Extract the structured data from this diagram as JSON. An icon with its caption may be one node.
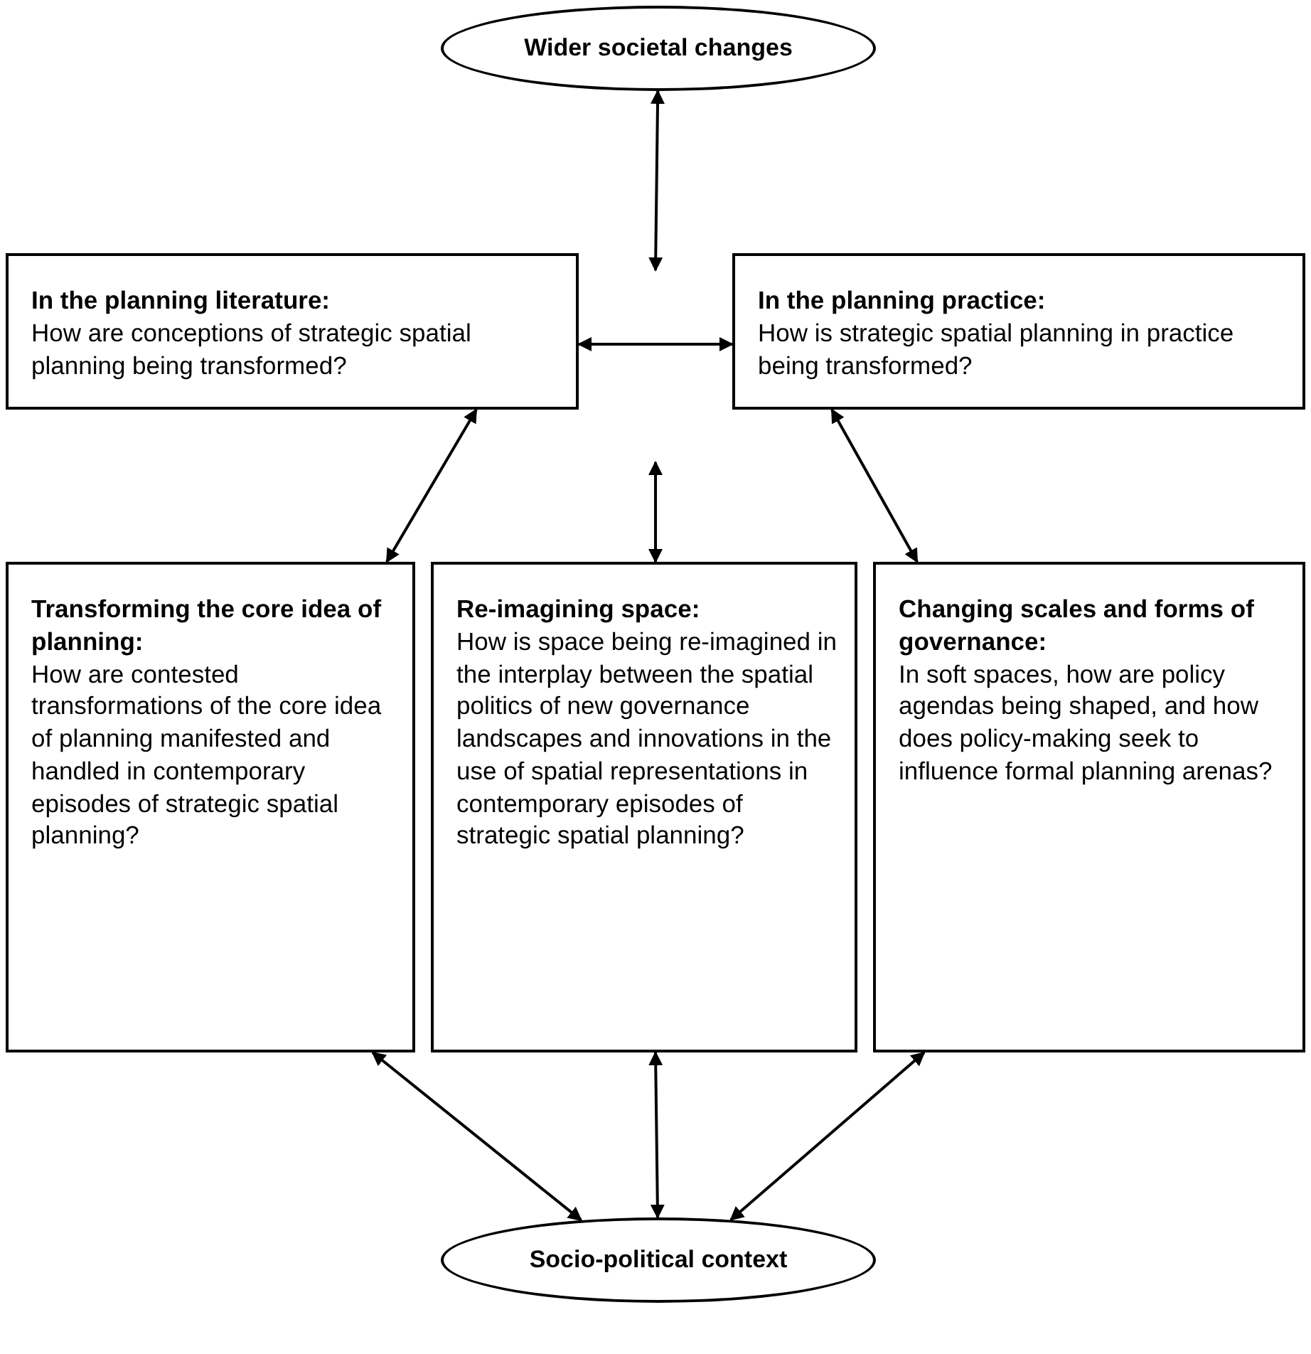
{
  "diagram": {
    "nodes": [
      {
        "text": [
          "Wider societal changes"
        ]
      },
      {
        "text": [
          "In the planning literature:",
          "How are conceptions of strategic spatial planning being transformed?"
        ]
      },
      {
        "text": [
          "In the planning practice:",
          "How is strategic spatial planning in practice being transformed?"
        ]
      },
      {
        "text": [
          "Transforming the core idea of planning:",
          "How are contested transformations of the core idea of planning manifested and handled in contemporary episodes of strategic spatial planning?"
        ]
      },
      {
        "text": [
          "Re-imagining space:",
          "How is space being re-imagined in the interplay between the spatial politics of new governance landscapes and innovations in the use of spatial representations in contemporary episodes of strategic spatial planning?"
        ]
      },
      {
        "text": [
          "Changing scales and forms of governance:",
          "In soft spaces, how are policy agendas being shaped, and how does policy-making seek to influence formal planning arenas?"
        ]
      },
      {
        "text": [
          "Socio-political context"
        ]
      }
    ],
    "edges": [
      {
        "from": 0,
        "to": null,
        "arrow": "both"
      },
      {
        "from": 1,
        "to": 2,
        "arrow": "both"
      },
      {
        "from": 1,
        "to": 3,
        "arrow": "both"
      },
      {
        "from": null,
        "to": 4,
        "arrow": "both"
      },
      {
        "from": 2,
        "to": 5,
        "arrow": "both"
      },
      {
        "from": 3,
        "to": 6,
        "arrow": "both"
      },
      {
        "from": 4,
        "to": 6,
        "arrow": "both"
      },
      {
        "from": 5,
        "to": 6,
        "arrow": "both"
      }
    ]
  }
}
